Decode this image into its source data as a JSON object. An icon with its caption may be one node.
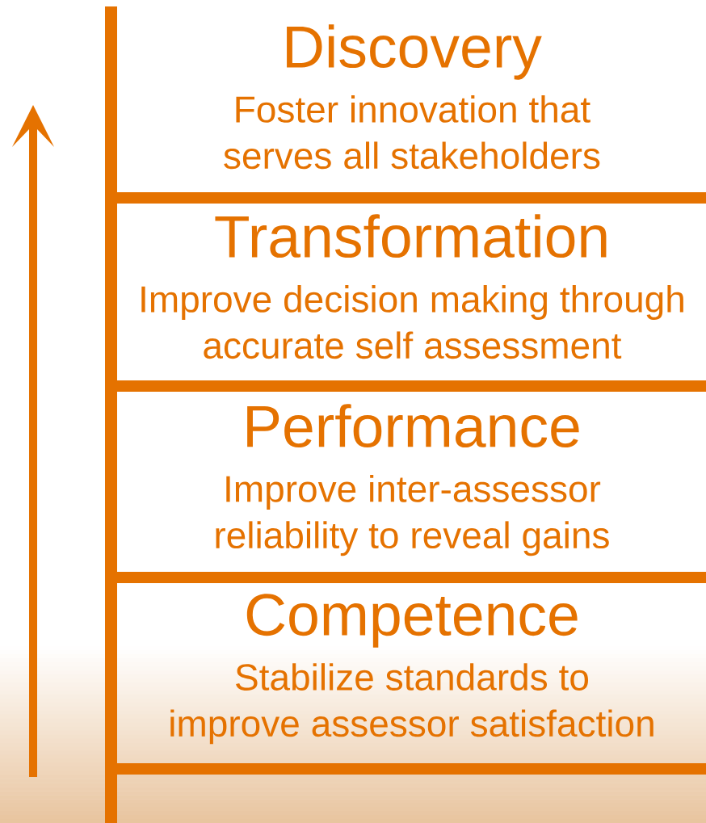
{
  "diagram": {
    "nodes": [
      {
        "text": [
          "Discovery",
          "Foster innovation that serves all stakeholders"
        ]
      },
      {
        "text": [
          "Transformation",
          "Improve decision making through accurate self assessment"
        ]
      },
      {
        "text": [
          "Performance",
          "Improve inter-assessor reliability to reveal gains"
        ]
      },
      {
        "text": [
          "Competence",
          "Stabilize standards to improve assessor satisfaction"
        ]
      }
    ]
  }
}
